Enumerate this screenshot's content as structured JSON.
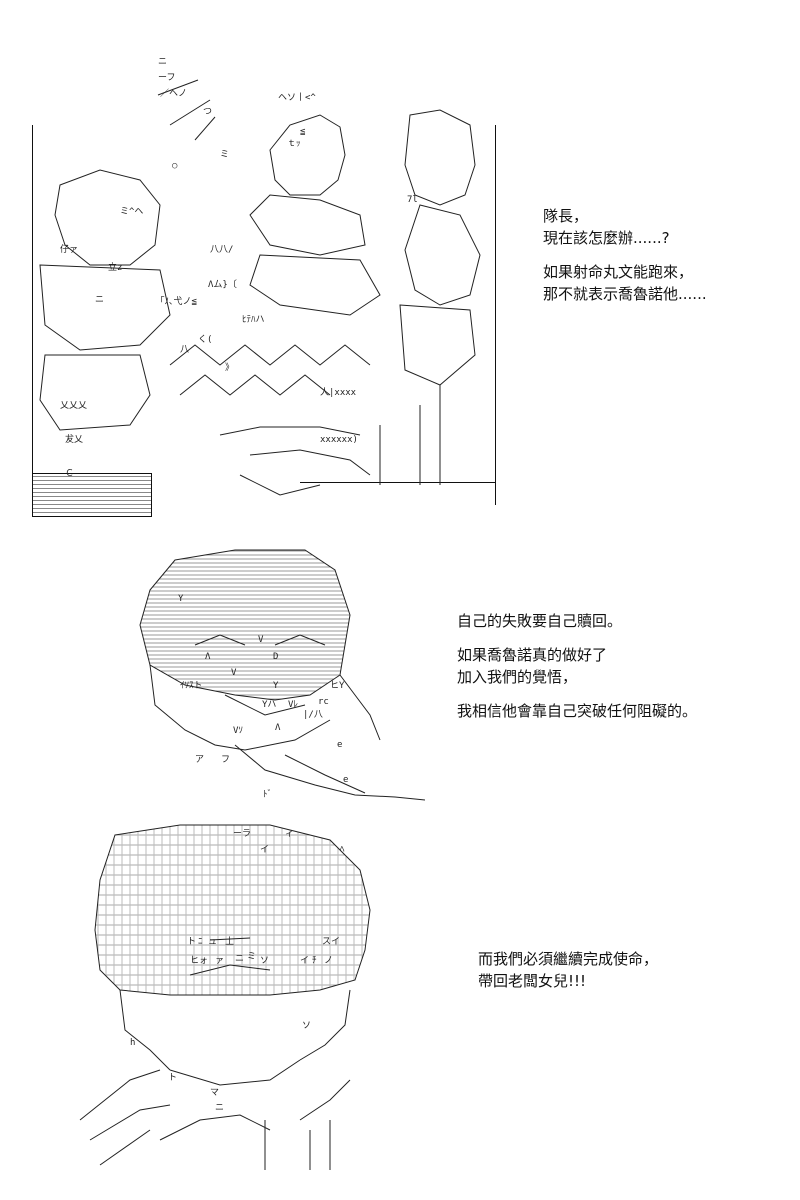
{
  "panels": [
    {
      "art": [
        "ニ",
        "ーフ",
        "／ヘノ",
        "つ",
        "○",
        "ヘソ丨<^",
        "ｔｯ",
        "≦",
        "仔ァ",
        "立z",
        "ニ",
        "八八/",
        "Λム}〔",
        "｢ﾉ､弋ノ≦",
        "ﾋﾃﾊハ",
        "人|xxxx",
        "xxxxxx)",
        "乂乂乂",
        "犮乂",
        "Ｃ",
        "ミ",
        "ミ^ヘ",
        "7l",
        "く(",
        "》",
        "八"
      ],
      "lines": [
        "隊長，",
        "現在該怎麼辦......?",
        "",
        "如果射命丸文能跑來，",
        "那不就表示喬魯諾他......"
      ]
    },
    {
      "art": [
        "Y",
        "V",
        "Λ",
        "D",
        "ｲｿｽト",
        "Y",
        "ヒY",
        "rc",
        "e",
        "e",
        "ア",
        "フ",
        "V",
        "ﾄﾞ",
        "Yハ",
        "Vﾚ",
        "|/八",
        "Λ",
        "Vｿ"
      ],
      "lines": [
        "自己的失敗要自己贖回。",
        "",
        "如果喬魯諾真的做好了",
        "加入我們的覺悟，",
        "",
        "我相信他會靠自己突破任何阻礙的。"
      ]
    },
    {
      "art": [
        "ーラ",
        "ィ",
        "イ",
        "ﾍ",
        "ト",
        "ﾆ",
        "ュ",
        "丄",
        "スイ",
        "ヒォ",
        "ァ",
        "ニ",
        "ミ",
        "ソ",
        "イ",
        "ﾁ",
        "ノ",
        "h",
        "ソ",
        "ト",
        "マ",
        "ニ"
      ],
      "lines": [
        "而我們必須繼續完成使命，",
        "帶回老闆女兒!!!"
      ]
    }
  ]
}
